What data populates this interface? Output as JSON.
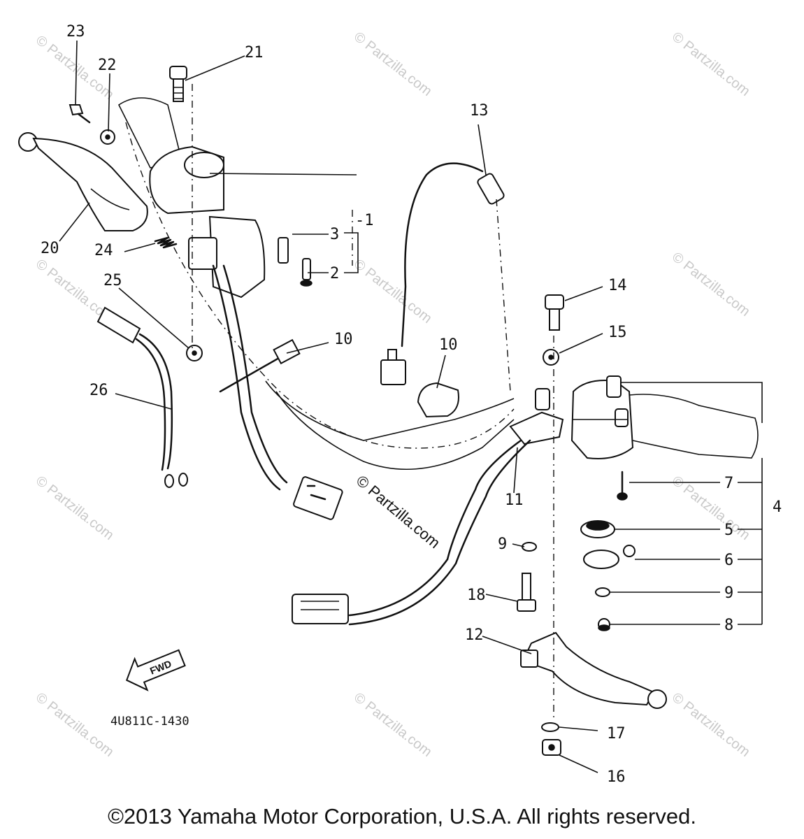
{
  "diagram": {
    "part_number": "4U811C-1430",
    "fwd_label": "FWD",
    "copyright": "©2013 Yamaha Motor Corporation, U.S.A. All rights reserved.",
    "watermark": "© Partzilla.com",
    "center_watermark": "© Partzilla.com",
    "callouts": {
      "c1": "-1",
      "c2": "2",
      "c3": "3",
      "c4": "4",
      "c5": "5",
      "c6": "6",
      "c7": "7",
      "c8": "8",
      "c9a": "9",
      "c9b": "9",
      "c10a": "10",
      "c10b": "10",
      "c11": "11",
      "c12": "12",
      "c13": "13",
      "c14": "14",
      "c15": "15",
      "c16": "16",
      "c17": "17",
      "c18": "18",
      "c20": "20",
      "c21": "21",
      "c22": "22",
      "c23": "23",
      "c24": "24",
      "c25": "25",
      "c26": "26"
    }
  }
}
